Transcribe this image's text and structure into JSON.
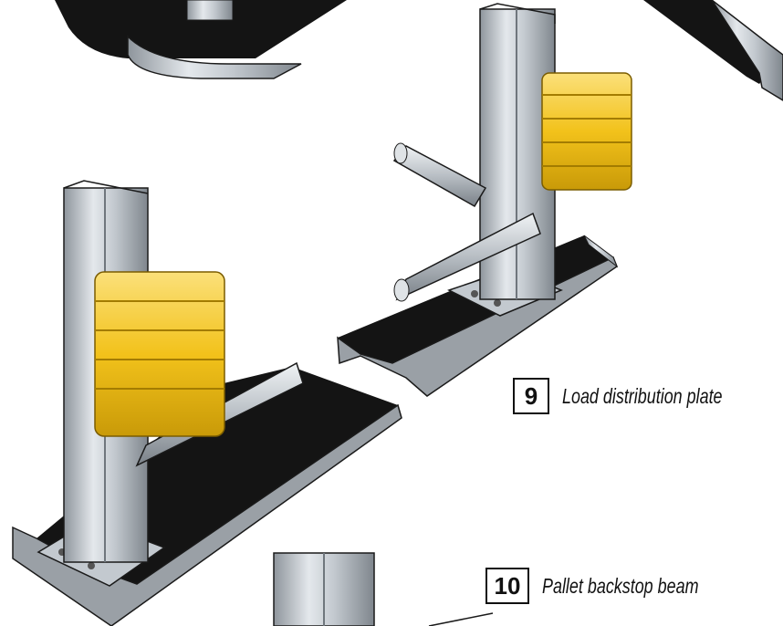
{
  "callouts": [
    {
      "number": "9",
      "label": "Load distribution plate"
    },
    {
      "number": "10",
      "label": "Pallet backstop beam"
    }
  ],
  "colors": {
    "upright_steel": "#c9ced3",
    "safety_yellow": "#f2c21b",
    "channel_black": "#141414",
    "outline": "#1a1a1a"
  }
}
